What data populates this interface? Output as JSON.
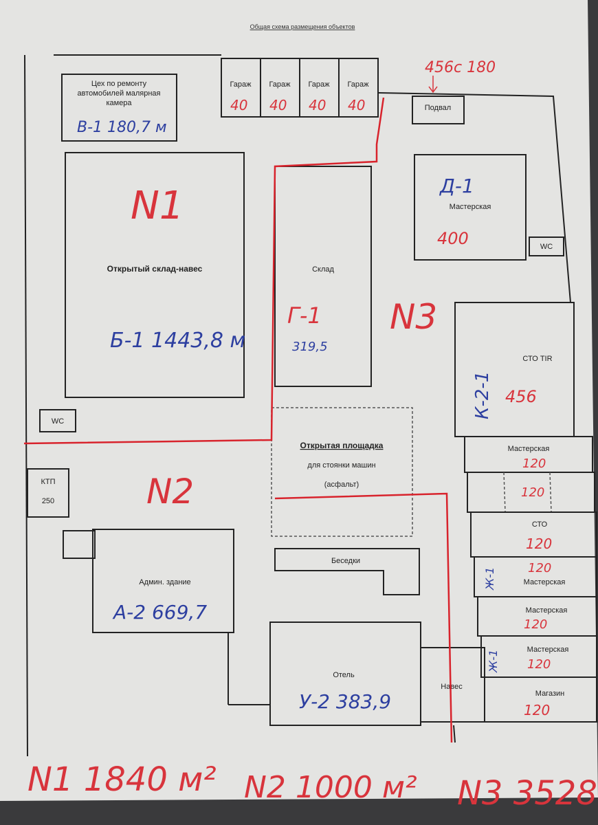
{
  "title": "Общая схема размещения объектов",
  "buildings": {
    "workshop_paint": {
      "label_lines": [
        "Цех по ремонту",
        "автомобилей малярная",
        "камера"
      ],
      "code": "В-1 180,7 м"
    },
    "garages": [
      {
        "label": "Гараж",
        "area": "40"
      },
      {
        "label": "Гараж",
        "area": "40"
      },
      {
        "label": "Гараж",
        "area": "40"
      },
      {
        "label": "Гараж",
        "area": "40"
      }
    ],
    "basement": {
      "label": "Подвал",
      "note": "456с 180"
    },
    "open_warehouse": {
      "label": "Открытый склад-навес",
      "code": "Б-1 1443,8 м"
    },
    "warehouse": {
      "label": "Склад",
      "code": "Г-1",
      "area": "319,5"
    },
    "workshop_d1": {
      "label": "Мастерская",
      "code": "Д-1",
      "area": "400"
    },
    "wc_right": {
      "label": "WC"
    },
    "wc_left": {
      "label": "WC"
    },
    "sto_tir": {
      "label": "СТО TIR",
      "code": "К-2-1",
      "area": "456"
    },
    "parking": {
      "label_lines": [
        "Открытая площадка",
        "для стоянки машин",
        "(асфальт)"
      ]
    },
    "ktp": {
      "label_lines": [
        "КТП",
        "250"
      ]
    },
    "admin": {
      "label": "Админ. здание",
      "code": "А-2 669,7"
    },
    "gazebos": {
      "label": "Беседки"
    },
    "hotel": {
      "label": "Отель",
      "code": "У-2 383,9"
    },
    "canopy": {
      "label": "Навес"
    },
    "right_column": [
      {
        "label": "Мастерская",
        "area": "120"
      },
      {
        "label": "",
        "area": "120"
      },
      {
        "label": "СТО",
        "area": "120"
      },
      {
        "label": "Мастерская",
        "area": "120"
      },
      {
        "label": "Мастерская",
        "area": "120"
      },
      {
        "label": "Мастерская",
        "area": "120"
      },
      {
        "label": "Магазин",
        "area": "120"
      }
    ],
    "side_codes": [
      "Ж-1",
      "Ж-1"
    ]
  },
  "zones": {
    "n1": "N1",
    "n2": "N2",
    "n3": "N3"
  },
  "totals": {
    "n1": "N1 1840 м²",
    "n2": "N2 1000 м²",
    "n3": "N3 3528"
  },
  "colors": {
    "paper": "#e4e4e2",
    "ink_red": "#d8343c",
    "ink_blue": "#2d3fa0"
  }
}
